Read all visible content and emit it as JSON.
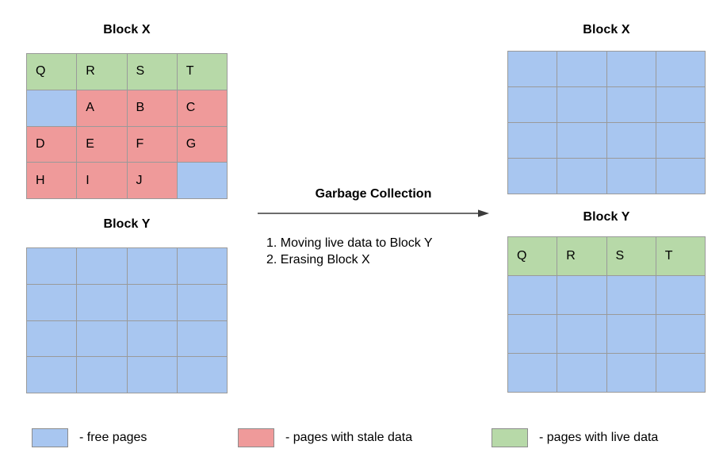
{
  "colors": {
    "free": "#a8c6f0",
    "stale": "#ef9a9a",
    "live": "#b7d9a8",
    "grid_border": "#9a9a9a",
    "text": "#000000",
    "background": "#ffffff"
  },
  "before": {
    "block_x": {
      "title": "Block X",
      "rows": [
        [
          {
            "label": "Q",
            "state": "live"
          },
          {
            "label": "R",
            "state": "live"
          },
          {
            "label": "S",
            "state": "live"
          },
          {
            "label": "T",
            "state": "live"
          }
        ],
        [
          {
            "label": "",
            "state": "free"
          },
          {
            "label": "A",
            "state": "stale"
          },
          {
            "label": "B",
            "state": "stale"
          },
          {
            "label": "C",
            "state": "stale"
          }
        ],
        [
          {
            "label": "D",
            "state": "stale"
          },
          {
            "label": "E",
            "state": "stale"
          },
          {
            "label": "F",
            "state": "stale"
          },
          {
            "label": "G",
            "state": "stale"
          }
        ],
        [
          {
            "label": "H",
            "state": "stale"
          },
          {
            "label": "I",
            "state": "stale"
          },
          {
            "label": "J",
            "state": "stale"
          },
          {
            "label": "",
            "state": "free"
          }
        ]
      ]
    },
    "block_y": {
      "title": "Block Y",
      "rows": [
        [
          {
            "label": "",
            "state": "free"
          },
          {
            "label": "",
            "state": "free"
          },
          {
            "label": "",
            "state": "free"
          },
          {
            "label": "",
            "state": "free"
          }
        ],
        [
          {
            "label": "",
            "state": "free"
          },
          {
            "label": "",
            "state": "free"
          },
          {
            "label": "",
            "state": "free"
          },
          {
            "label": "",
            "state": "free"
          }
        ],
        [
          {
            "label": "",
            "state": "free"
          },
          {
            "label": "",
            "state": "free"
          },
          {
            "label": "",
            "state": "free"
          },
          {
            "label": "",
            "state": "free"
          }
        ],
        [
          {
            "label": "",
            "state": "free"
          },
          {
            "label": "",
            "state": "free"
          },
          {
            "label": "",
            "state": "free"
          },
          {
            "label": "",
            "state": "free"
          }
        ]
      ]
    }
  },
  "transition": {
    "heading": "Garbage Collection",
    "arrow_icon": "arrow-right-icon",
    "steps": [
      "1. Moving live data to Block Y",
      "2. Erasing Block X"
    ]
  },
  "after": {
    "block_x": {
      "title": "Block X",
      "rows": [
        [
          {
            "label": "",
            "state": "free"
          },
          {
            "label": "",
            "state": "free"
          },
          {
            "label": "",
            "state": "free"
          },
          {
            "label": "",
            "state": "free"
          }
        ],
        [
          {
            "label": "",
            "state": "free"
          },
          {
            "label": "",
            "state": "free"
          },
          {
            "label": "",
            "state": "free"
          },
          {
            "label": "",
            "state": "free"
          }
        ],
        [
          {
            "label": "",
            "state": "free"
          },
          {
            "label": "",
            "state": "free"
          },
          {
            "label": "",
            "state": "free"
          },
          {
            "label": "",
            "state": "free"
          }
        ],
        [
          {
            "label": "",
            "state": "free"
          },
          {
            "label": "",
            "state": "free"
          },
          {
            "label": "",
            "state": "free"
          },
          {
            "label": "",
            "state": "free"
          }
        ]
      ]
    },
    "block_y": {
      "title": "Block Y",
      "rows": [
        [
          {
            "label": "Q",
            "state": "live"
          },
          {
            "label": "R",
            "state": "live"
          },
          {
            "label": "S",
            "state": "live"
          },
          {
            "label": "T",
            "state": "live"
          }
        ],
        [
          {
            "label": "",
            "state": "free"
          },
          {
            "label": "",
            "state": "free"
          },
          {
            "label": "",
            "state": "free"
          },
          {
            "label": "",
            "state": "free"
          }
        ],
        [
          {
            "label": "",
            "state": "free"
          },
          {
            "label": "",
            "state": "free"
          },
          {
            "label": "",
            "state": "free"
          },
          {
            "label": "",
            "state": "free"
          }
        ],
        [
          {
            "label": "",
            "state": "free"
          },
          {
            "label": "",
            "state": "free"
          },
          {
            "label": "",
            "state": "free"
          },
          {
            "label": "",
            "state": "free"
          }
        ]
      ]
    }
  },
  "legend": [
    {
      "state": "free",
      "label": "- free pages"
    },
    {
      "state": "stale",
      "label": "- pages with stale data"
    },
    {
      "state": "live",
      "label": "- pages with live data"
    }
  ]
}
